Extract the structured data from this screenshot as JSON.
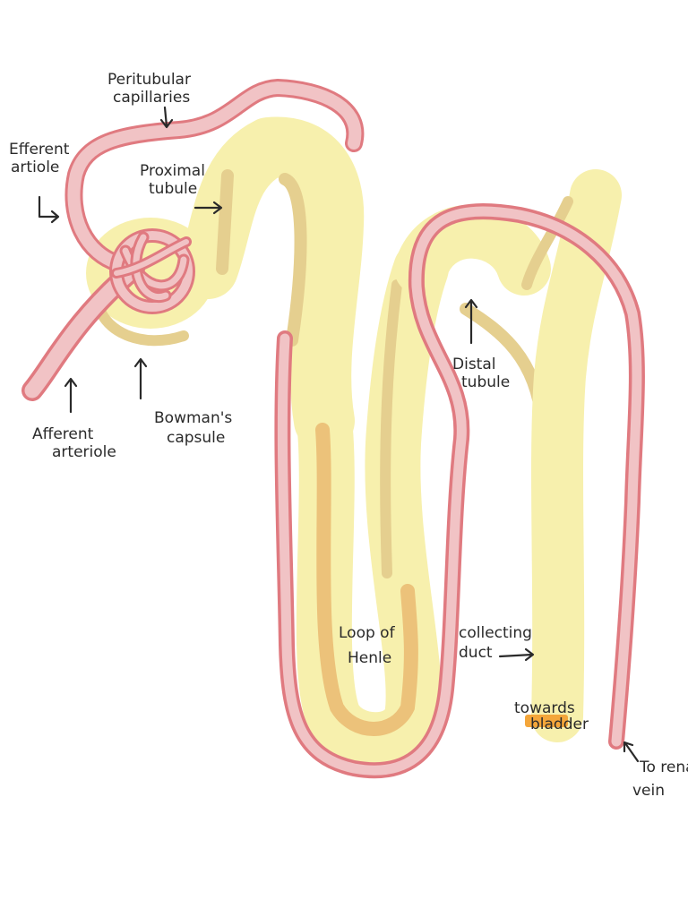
{
  "colors": {
    "tubule_fill": "#f7f0ad",
    "tubule_wall": "#e5cf8f",
    "loop_wall": "#ecc27a",
    "vessel_fill": "#f1c3c5",
    "vessel_edge": "#e07a80",
    "urine": "#f4a63a"
  },
  "labels": {
    "peritubular": [
      "Peritubular",
      "capillaries"
    ],
    "efferent": [
      "Efferent",
      "artiole"
    ],
    "proximal": [
      "Proximal",
      "tubule"
    ],
    "afferent": [
      "Afferent",
      "arteriole"
    ],
    "bowmans": [
      "Bowman's",
      "capsule"
    ],
    "distal": [
      "Distal",
      "tubule"
    ],
    "loop": [
      "Loop of",
      "Henle"
    ],
    "collecting": [
      "collecting",
      "duct"
    ],
    "bladder": [
      "towards",
      "bladder"
    ],
    "renal_vein": [
      "To renal",
      "vein"
    ]
  }
}
